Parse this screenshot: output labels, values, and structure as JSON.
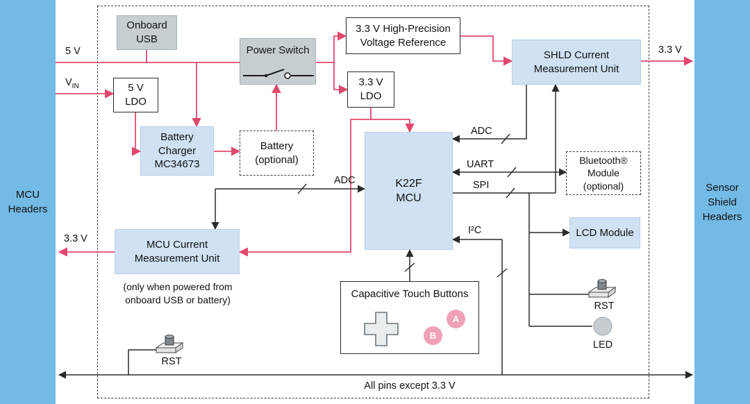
{
  "colors": {
    "panel_blue": "#74bae6",
    "box_blue": "#cfe1f3",
    "box_gray": "#c7ced2",
    "power_pink": "#e0486f",
    "signal_black": "#2a2a2a",
    "touch_pink": "#f0a1b5"
  },
  "side_panels": {
    "left": "MCU\nHeaders",
    "right": "Sensor\nShield\nHeaders"
  },
  "blocks": {
    "onboard_usb": "Onboard\nUSB",
    "power_switch": "Power Switch",
    "voltage_reference": "3.3 V High-Precision\nVoltage Reference",
    "shld_cmu": "SHLD Current\nMeasurement Unit",
    "ldo_5v": "5 V\nLDO",
    "ldo_3v3": "3.3 V\nLDO",
    "battery_charger": "Battery\nCharger\nMC34673",
    "battery": "Battery\n(optional)",
    "mcu": "K22F\nMCU",
    "bluetooth": "Bluetooth®\nModule\n(optional)",
    "lcd": "LCD Module",
    "mcu_cmu": "MCU Current\nMeasurement Unit",
    "mcu_cmu_note": "(only when powered from\nonboard USB or battery)",
    "cap_touch_title": "Capacitive Touch Buttons"
  },
  "power_labels": {
    "v5": "5 V",
    "vin_base": "V",
    "vin_sub": "IN",
    "v33_left": "3.3 V",
    "v33_right": "3.3 V"
  },
  "signal_labels": {
    "adc_left": "ADC",
    "adc_shld": "ADC",
    "uart": "UART",
    "spi": "SPI",
    "i2c": "I²C"
  },
  "misc_labels": {
    "rst_left": "RST",
    "rst_right": "RST",
    "led": "LED",
    "bus_note": "All pins except 3.3 V"
  },
  "touch_buttons": {
    "a": "A",
    "b": "B"
  }
}
